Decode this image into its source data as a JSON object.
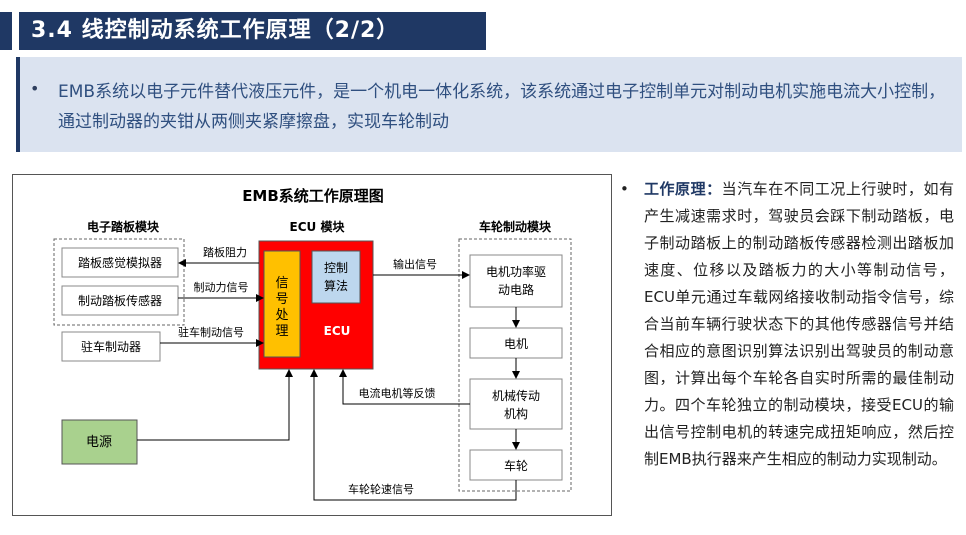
{
  "title": "3.4  线控制动系统工作原理（2/2）",
  "intro": {
    "bullet": "•",
    "text": "EMB系统以电子元件替代液压元件，是一个机电一体化系统，该系统通过电子控制单元对制动电机实施电流大小控制，通过制动器的夹钳从两侧夹紧摩擦盘，实现车轮制动"
  },
  "diagram": {
    "title": "EMB系统工作原理图",
    "pedal_module_label": "电子踏板模块",
    "ecu_module_label": "ECU 模块",
    "wheel_module_label": "车轮制动模块",
    "pedal_sim": "踏板感觉模拟器",
    "pedal_sensor": "制动踏板传感器",
    "parking_brake": "驻车制动器",
    "power": "电源",
    "signal_proc": [
      "信",
      "号",
      "处",
      "理"
    ],
    "control_algo": [
      "控制",
      "算法"
    ],
    "ecu": "ECU",
    "motor_driver": [
      "电机功率驱",
      "动电路"
    ],
    "motor": "电机",
    "mech_trans": [
      "机械传动",
      "机构"
    ],
    "wheel": "车轮",
    "pedal_resistance": "踏板阻力",
    "brake_force_signal": "制动力信号",
    "parking_signal": "驻车制动信号",
    "output_signal": "输出信号",
    "feedback": "电流电机等反馈",
    "wheel_speed": "车轮轮速信号"
  },
  "principle": {
    "bullet": "•",
    "head": "工作原理：",
    "text": "当汽车在不同工况上行驶时，如有产生减速需求时，驾驶员会踩下制动踏板，电子制动踏板上的制动踏板传感器检测出踏板加速度、位移以及踏板力的大小等制动信号，ECU单元通过车载网络接收制动指令信号，综合当前车辆行驶状态下的其他传感器信号并结合相应的意图识别算法识别出驾驶员的制动意图，计算出每个车轮各自实时所需的最佳制动力。四个车轮独立的制动模块，接受ECU的输出信号控制电机的转速完成扭矩响应，然后控制EMB执行器来产生相应的制动力实现制动。"
  },
  "colors": {
    "navy": "#1f3864",
    "ecu_red": "#ff0000",
    "signal_orange": "#ffc000",
    "algo_blue": "#bdd7ee",
    "power_green": "#a9d18e"
  }
}
